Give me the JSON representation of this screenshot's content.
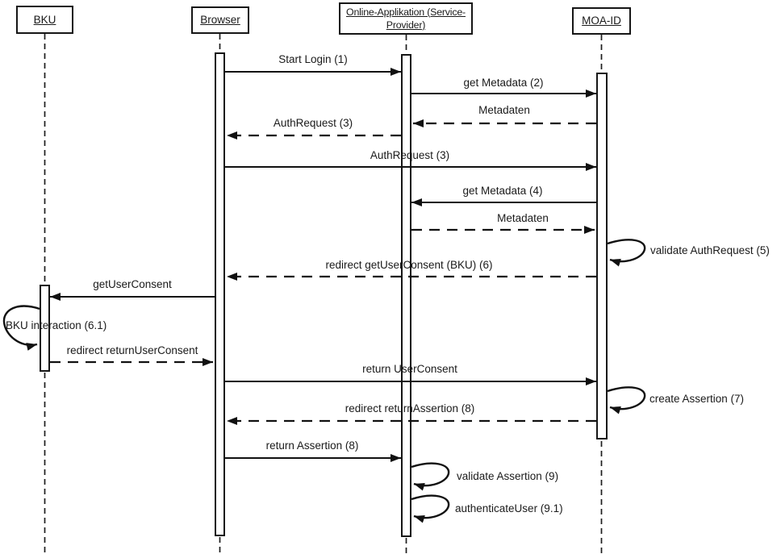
{
  "diagram": {
    "type": "uml-sequence-diagram",
    "title": "",
    "colors": {
      "line": "#1a1a1a",
      "background": "#ffffff",
      "activation_fill": "#ffffff"
    },
    "actors": [
      {
        "id": "bku",
        "label": "BKU"
      },
      {
        "id": "browser",
        "label": "Browser"
      },
      {
        "id": "online-app",
        "label": "Online-Applikation (Service-Provider)",
        "label_lines": [
          "Online-Applikation (Service-",
          "Provider)"
        ]
      },
      {
        "id": "moa-id",
        "label": "MOA-ID"
      }
    ],
    "messages": [
      {
        "n": 1,
        "label": "Start Login (1)",
        "from": "Browser",
        "to": "Online-Applikation",
        "style": "solid"
      },
      {
        "n": 2,
        "label": "get Metadata (2)",
        "from": "Online-Applikation",
        "to": "MOA-ID",
        "style": "solid"
      },
      {
        "n": 3,
        "label": "Metadaten",
        "from": "MOA-ID",
        "to": "Online-Applikation",
        "style": "dashed"
      },
      {
        "n": 4,
        "label": "AuthRequest (3)",
        "from": "Online-Applikation",
        "to": "Browser",
        "style": "dashed"
      },
      {
        "n": 5,
        "label": "AuthRequest (3)",
        "from": "Browser",
        "to": "MOA-ID",
        "style": "solid"
      },
      {
        "n": 6,
        "label": "get Metadata (4)",
        "from": "MOA-ID",
        "to": "Online-Applikation",
        "style": "solid"
      },
      {
        "n": 7,
        "label": "Metadaten",
        "from": "Online-Applikation",
        "to": "MOA-ID",
        "style": "dashed"
      },
      {
        "n": 8,
        "label": "validate AuthRequest (5)",
        "from": "MOA-ID",
        "to": "MOA-ID",
        "style": "self"
      },
      {
        "n": 9,
        "label": "redirect getUserConsent (BKU) (6)",
        "from": "MOA-ID",
        "to": "Browser",
        "style": "dashed"
      },
      {
        "n": 10,
        "label": "getUserConsent",
        "from": "Browser",
        "to": "BKU",
        "style": "solid"
      },
      {
        "n": 11,
        "label": "BKU interaction (6.1)",
        "from": "BKU",
        "to": "BKU",
        "style": "self"
      },
      {
        "n": 12,
        "label": "redirect returnUserConsent",
        "from": "BKU",
        "to": "Browser",
        "style": "dashed"
      },
      {
        "n": 13,
        "label": "return UserConsent",
        "from": "Browser",
        "to": "MOA-ID",
        "style": "solid"
      },
      {
        "n": 14,
        "label": "create Assertion (7)",
        "from": "MOA-ID",
        "to": "MOA-ID",
        "style": "self"
      },
      {
        "n": 15,
        "label": "redirect returnAssertion (8)",
        "from": "MOA-ID",
        "to": "Browser",
        "style": "dashed"
      },
      {
        "n": 16,
        "label": "return Assertion (8)",
        "from": "Browser",
        "to": "Online-Applikation",
        "style": "solid"
      },
      {
        "n": 17,
        "label": "validate Assertion (9)",
        "from": "Online-Applikation",
        "to": "Online-Applikation",
        "style": "self"
      },
      {
        "n": 18,
        "label": "authenticateUser (9.1)",
        "from": "Online-Applikation",
        "to": "Online-Applikation",
        "style": "self"
      }
    ]
  }
}
